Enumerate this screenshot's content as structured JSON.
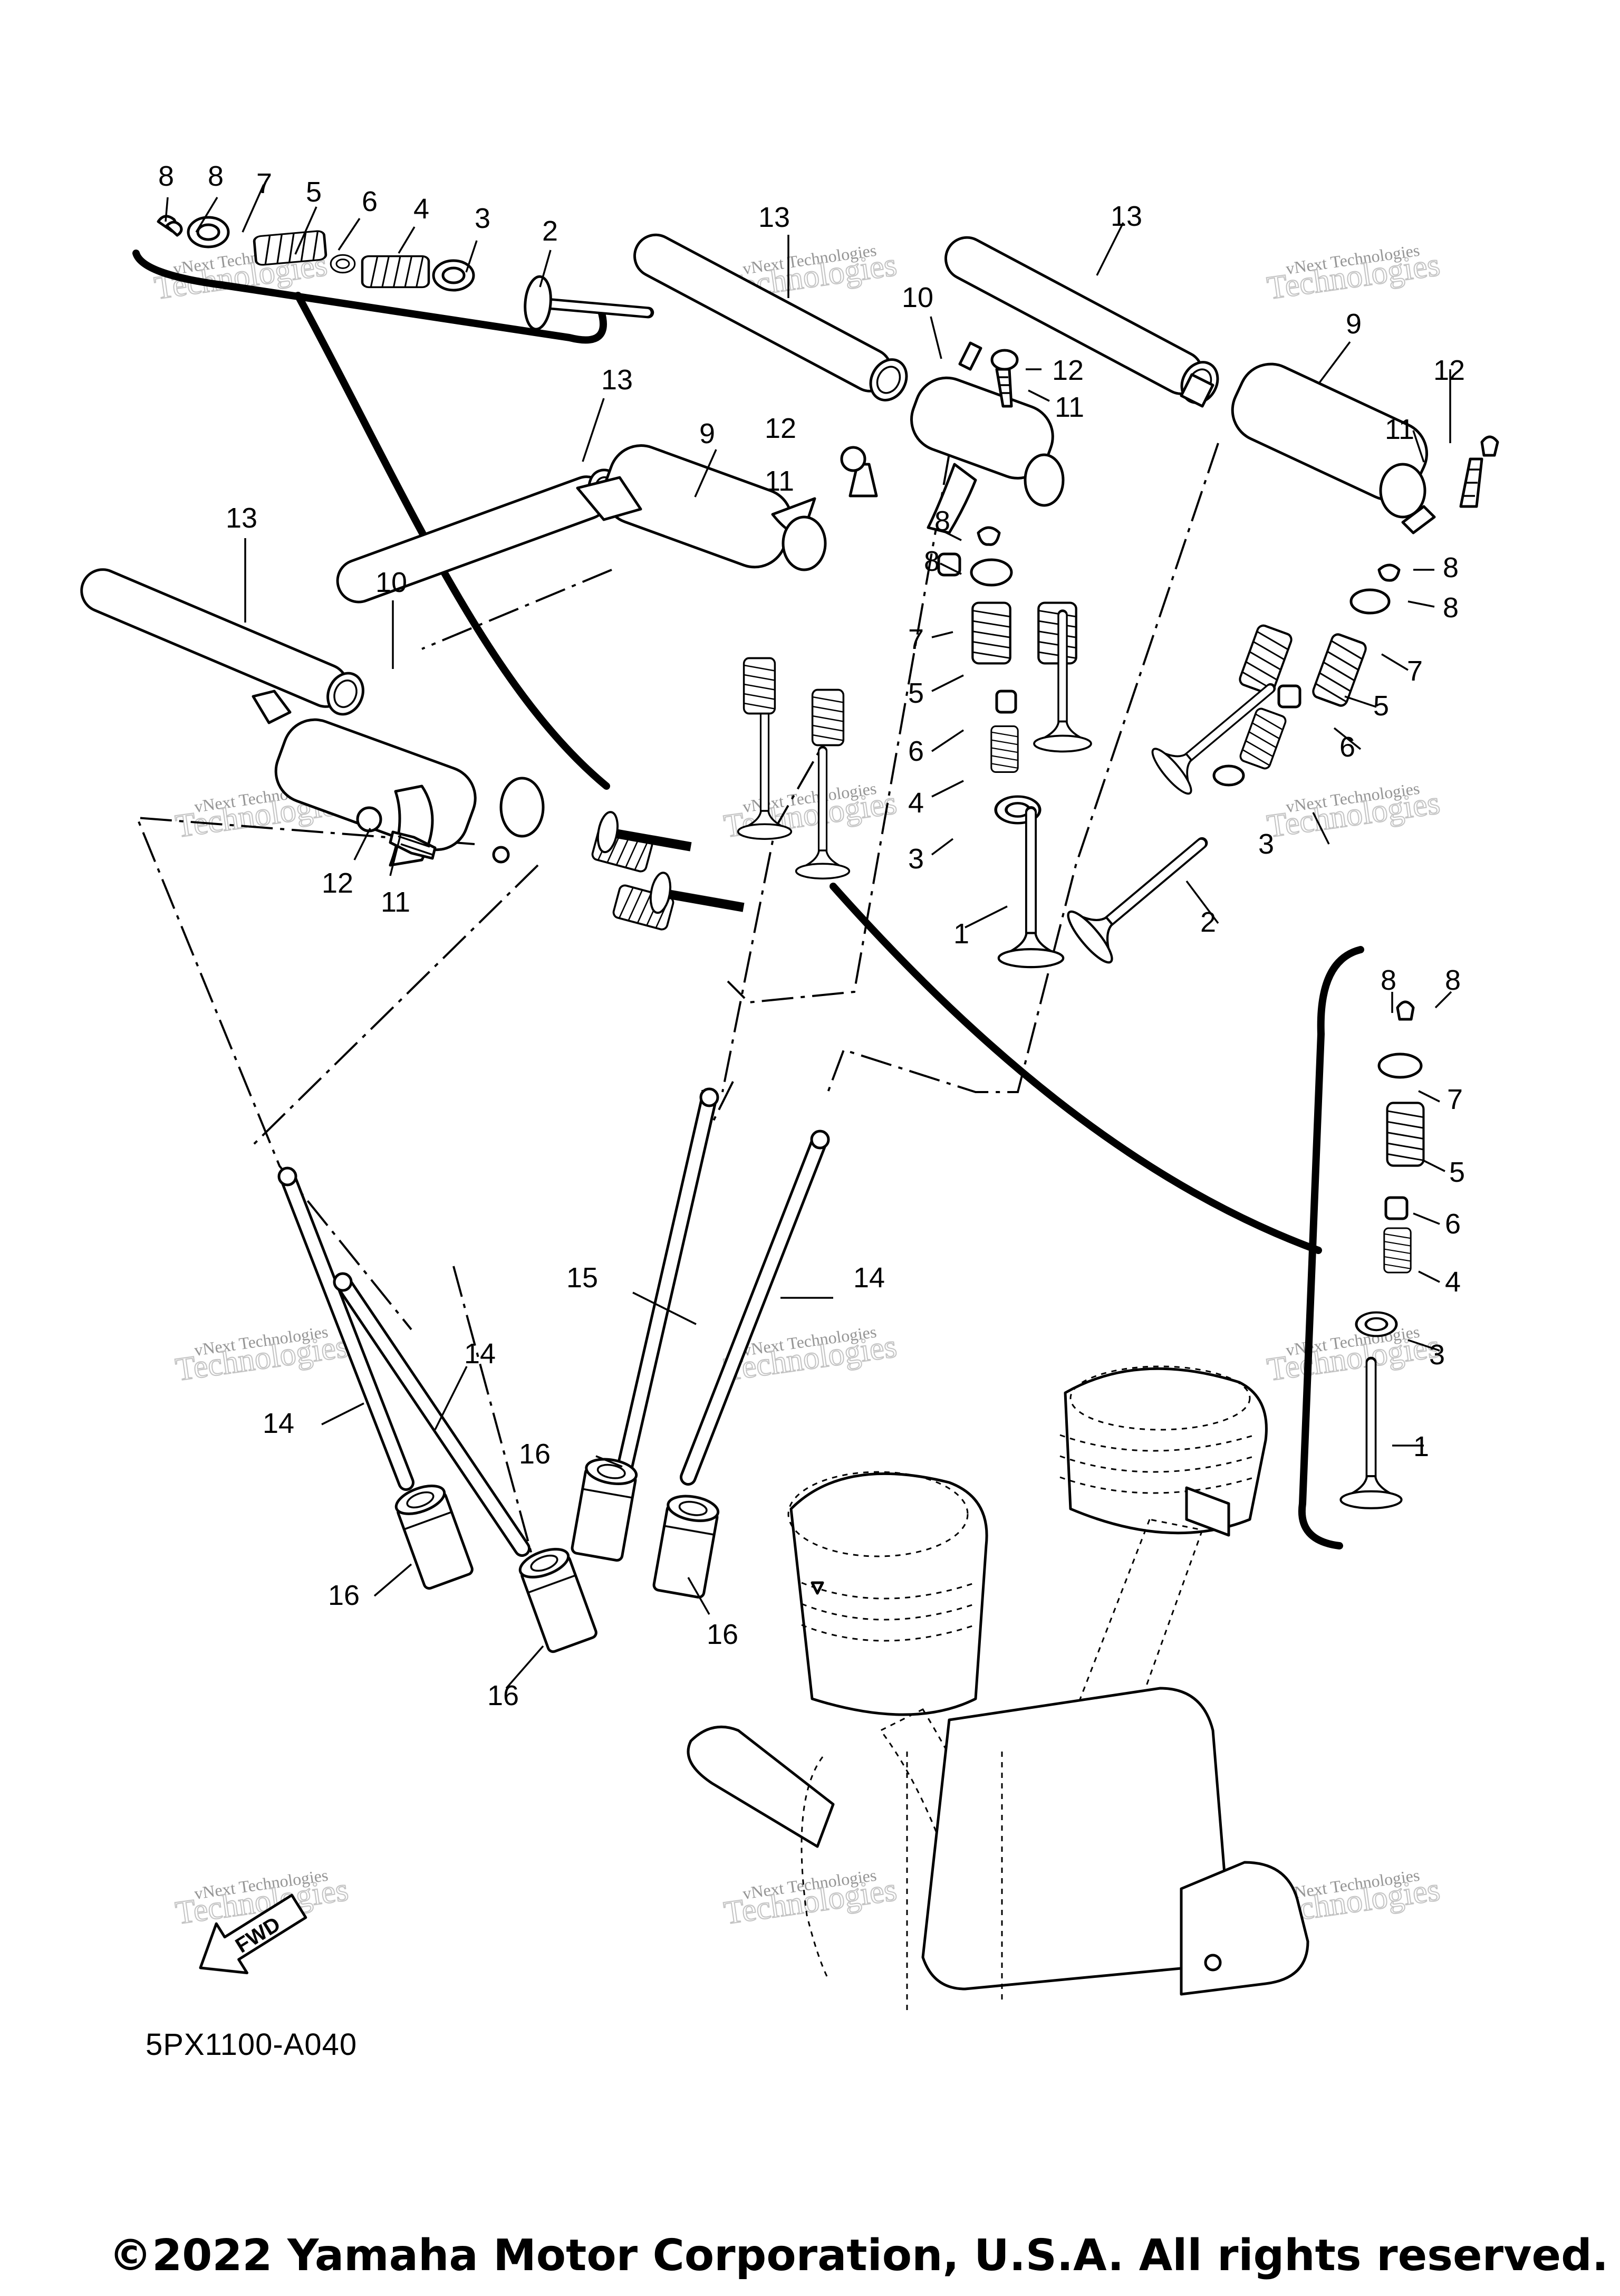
{
  "diagram": {
    "reference_code": "5PX1100-A040",
    "copyright": "©2022 Yamaha Motor Corporation, U.S.A. All rights reserved.",
    "fwd_label": "FWD",
    "watermark": {
      "line1": "vNext Technologies",
      "line2": "Technologies",
      "line3": "vNext"
    },
    "callouts": {
      "tl_8a": "8",
      "tl_8b": "8",
      "tl_7": "7",
      "tl_5": "5",
      "tl_6": "6",
      "tl_4": "4",
      "tl_3": "3",
      "tl_2": "2",
      "mid_13": "13",
      "mid_9": "9",
      "mid_12": "12",
      "mid_11": "11",
      "left_13": "13",
      "left_10": "10",
      "left_12": "12",
      "left_11": "11",
      "tc_13": "13",
      "tc_10": "10",
      "tc_12": "12",
      "tc_11": "11",
      "tc_8a": "8",
      "tc_8b": "8",
      "tc_7": "7",
      "tc_5": "5",
      "tc_6": "6",
      "tc_4": "4",
      "tc_3": "3",
      "tc_1": "1",
      "tr_13": "13",
      "tr_9": "9",
      "tr_12": "12",
      "tr_11": "11",
      "tr_8a": "8",
      "tr_8b": "8",
      "tr_7": "7",
      "tr_5": "5",
      "tr_6": "6",
      "tr_3": "3",
      "tr_2": "2",
      "rb_8a": "8",
      "rb_8b": "8",
      "rb_7": "7",
      "rb_5": "5",
      "rb_6": "6",
      "rb_4": "4",
      "rb_3": "3",
      "rb_1": "1",
      "pr_15": "15",
      "pr_14a": "14",
      "pr_14b": "14",
      "pr_14c": "14",
      "lf_16a": "16",
      "lf_16b": "16",
      "lf_16c": "16",
      "lf_16d": "16"
    }
  }
}
